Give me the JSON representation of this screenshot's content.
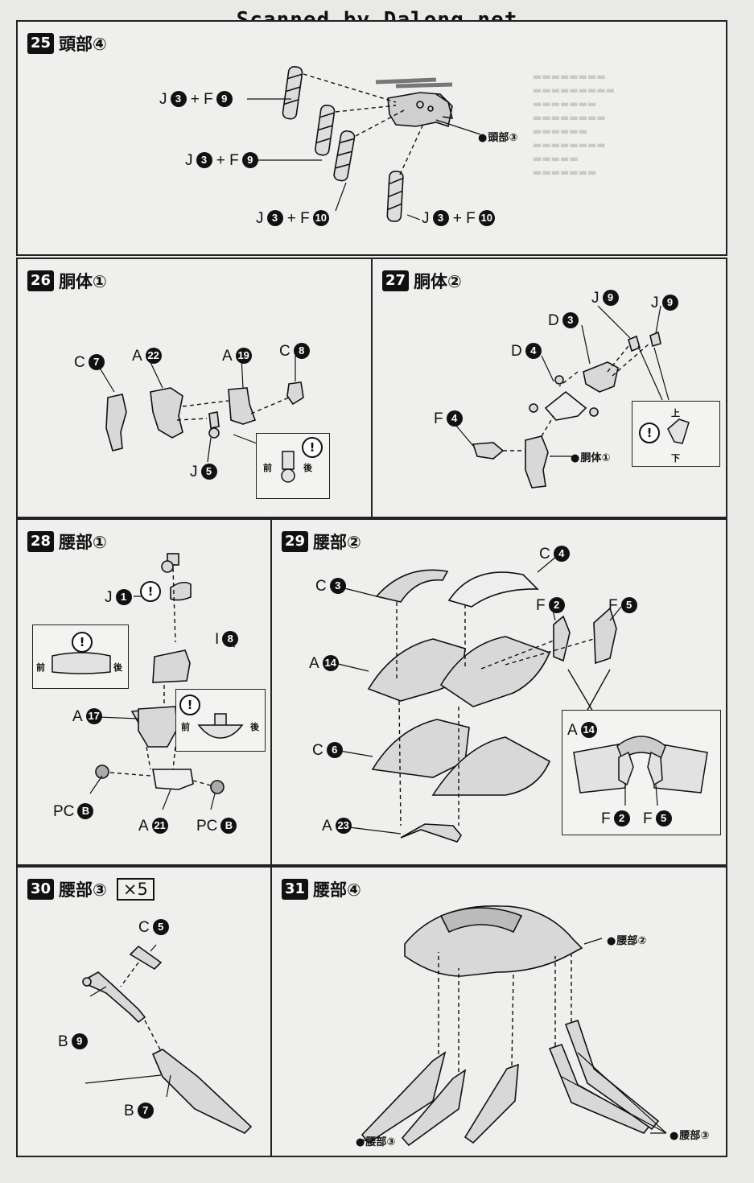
{
  "header": {
    "watermark": "Scanned by Dalong.net"
  },
  "steps": [
    {
      "id": "s25",
      "number": "25",
      "title": "頭部④",
      "labels": [
        "J",
        "+ F",
        "J",
        "+ F",
        "J",
        "+ F",
        "J",
        "+ F"
      ],
      "parts": [
        "3",
        "9",
        "3",
        "9",
        "3",
        "10",
        "3",
        "10"
      ],
      "callouts": [
        "頭部③"
      ]
    },
    {
      "id": "s26",
      "number": "26",
      "title": "胴体①",
      "labels": [
        "C",
        "A",
        "A",
        "C",
        "J"
      ],
      "parts": [
        "7",
        "22",
        "19",
        "8",
        "5"
      ],
      "inset": {
        "front": "前",
        "back": "後",
        "warn": "!"
      }
    },
    {
      "id": "s27",
      "number": "27",
      "title": "胴体②",
      "labels": [
        "J",
        "J",
        "D",
        "D",
        "F"
      ],
      "parts": [
        "9",
        "9",
        "3",
        "4",
        "4"
      ],
      "callouts": [
        "胴体①"
      ],
      "inset": {
        "top": "上",
        "bottom": "下",
        "warn": "!"
      }
    },
    {
      "id": "s28",
      "number": "28",
      "title": "腰部①",
      "labels": [
        "J",
        "I",
        "A",
        "PC",
        "A",
        "PC"
      ],
      "parts": [
        "1",
        "8",
        "17",
        "B",
        "21",
        "B"
      ],
      "inset_a": {
        "front": "前",
        "back": "後",
        "warn": "!"
      },
      "inset_b": {
        "front": "前",
        "back": "後",
        "warn": "!"
      },
      "warn": "!"
    },
    {
      "id": "s29",
      "number": "29",
      "title": "腰部②",
      "labels": [
        "C",
        "C",
        "F",
        "F",
        "A",
        "C",
        "A"
      ],
      "parts": [
        "4",
        "3",
        "2",
        "5",
        "14",
        "6",
        "23"
      ],
      "inset": {
        "a_label": "A",
        "a_part": "14",
        "f1_label": "F",
        "f1_part": "2",
        "f2_label": "F",
        "f2_part": "5"
      }
    },
    {
      "id": "s30",
      "number": "30",
      "title": "腰部③",
      "multiplier": "×5",
      "labels": [
        "C",
        "B",
        "B"
      ],
      "parts": [
        "5",
        "9",
        "7"
      ]
    },
    {
      "id": "s31",
      "number": "31",
      "title": "腰部④",
      "callouts": [
        "腰部②",
        "腰部③",
        "腰部③"
      ]
    }
  ],
  "colors": {
    "ink": "#111111",
    "paper": "#efefed",
    "border": "#222222"
  }
}
